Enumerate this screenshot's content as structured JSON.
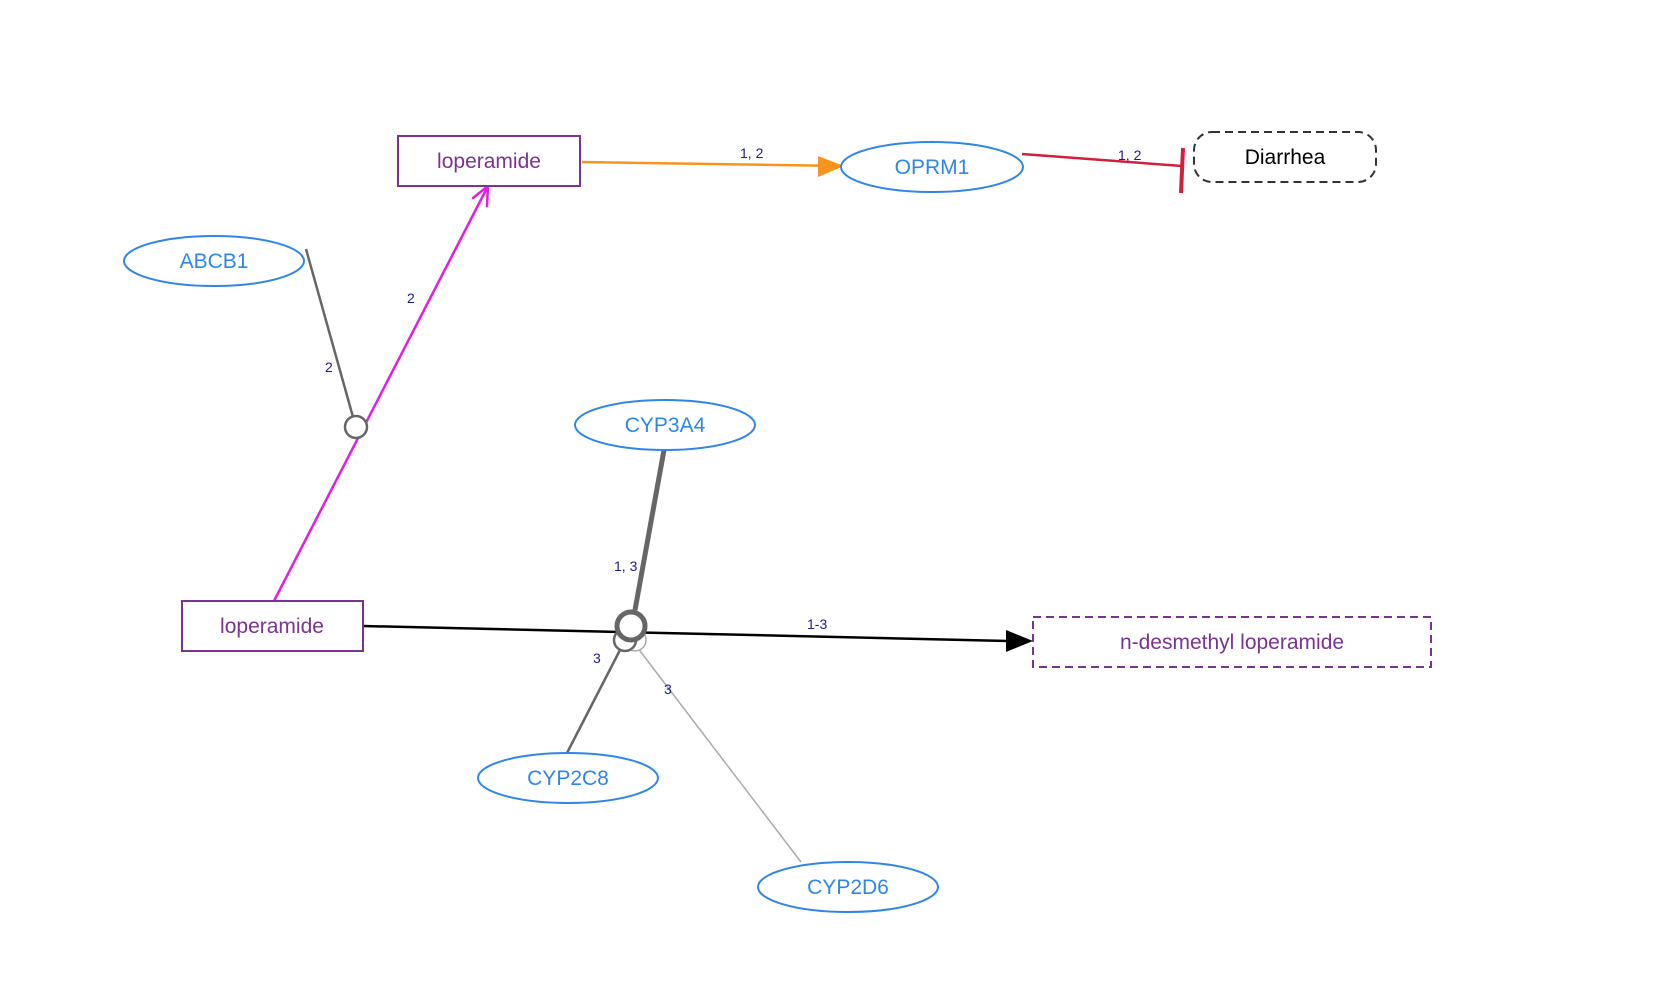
{
  "colors": {
    "gene_stroke": "#2f86e8",
    "gene_text": "#2f86e8",
    "chemical_stroke": "#7a3391",
    "chemical_text": "#7a3391",
    "phenotype_stroke": "#333333",
    "phenotype_text": "#000000",
    "label_text": "#1a1a8c",
    "transport_edge": "#e11ee1",
    "activation_edge": "#f7941d",
    "inhibition_edge": "#d21f3c",
    "metabolism_edge": "#000000",
    "catalysis_edge": "#666666",
    "catalysis_edge_light": "#aaaaaa"
  },
  "nodes": {
    "abcb1": {
      "label": "ABCB1",
      "kind": "gene"
    },
    "loperamide_top": {
      "label": "loperamide",
      "kind": "chemical"
    },
    "oprm1": {
      "label": "OPRM1",
      "kind": "gene"
    },
    "diarrhea": {
      "label": "Diarrhea",
      "kind": "phenotype"
    },
    "cyp3a4": {
      "label": "CYP3A4",
      "kind": "gene"
    },
    "loperamide_bottom": {
      "label": "loperamide",
      "kind": "chemical"
    },
    "n_desmethyl": {
      "label": "n-desmethyl loperamide",
      "kind": "metabolite"
    },
    "cyp2c8": {
      "label": "CYP2C8",
      "kind": "gene"
    },
    "cyp2d6": {
      "label": "CYP2D6",
      "kind": "gene"
    }
  },
  "edges": {
    "loperamide_to_oprm1": {
      "label": "1, 2",
      "type": "activation"
    },
    "oprm1_to_diarrhea": {
      "label": "1, 2",
      "type": "inhibition"
    },
    "transport_loperamide": {
      "label": "2",
      "type": "transport"
    },
    "abcb1_catalysis": {
      "label": "2",
      "type": "catalysis"
    },
    "metabolism_to_desmethyl": {
      "label": "1-3",
      "type": "conversion"
    },
    "cyp3a4_catalysis": {
      "label": "1, 3",
      "type": "catalysis"
    },
    "cyp2c8_catalysis": {
      "label": "3",
      "type": "catalysis"
    },
    "cyp2d6_catalysis": {
      "label": "3",
      "type": "catalysis"
    }
  }
}
